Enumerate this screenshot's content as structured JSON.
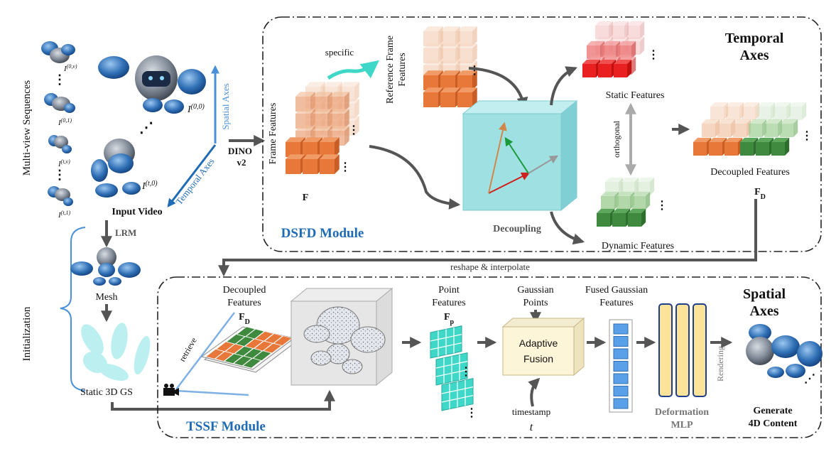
{
  "colors": {
    "accent_blue": "#1f6bb5",
    "spatial_axis_blue": "#4a90d9",
    "arrow_gray": "#555555",
    "cube_cyan": "#8fd8dc",
    "orange": "#e8773a",
    "red": "#e82020",
    "green": "#3f8a3f",
    "point_cyan": "#3fd8c8",
    "fusion_fill": "#fdf5d8",
    "mlp_fill": "#fbe39a",
    "mesh_blue": "#2f6fb5"
  },
  "input": {
    "sequences_label": "Multi-view Sequences",
    "frame_labels": [
      "I^(0,v)",
      "I^(0,1)",
      "I^(t,v)",
      "I^(t,1)"
    ],
    "main_labels": [
      "I^(0,0)",
      "I^(t,0)"
    ],
    "spatial_axes": "Spatial Axes",
    "temporal_axes": "Temporal Axes",
    "input_video": "Input Video",
    "dino": "DINO",
    "dino_version": "v2"
  },
  "init": {
    "label": "Initialization",
    "lrm": "LRM",
    "mesh": "Mesh",
    "static_gs": "Static 3D GS"
  },
  "dsfd": {
    "title": "DSFD Module",
    "frame_features": "Frame Features",
    "f_symbol": "F",
    "specific": "specific",
    "reference_frame_features": "Reference Frame Features",
    "decoupling": "Decoupling",
    "static_features": "Static Features",
    "orthogonal": "orthogonal",
    "dynamic_features": "Dynamic Features",
    "decoupled_features": "Decoupled Features",
    "fd_symbol": "F",
    "fd_sub": "D",
    "temporal_title_1": "Temporal",
    "temporal_title_2": "Axes"
  },
  "connector": {
    "reshape": "reshape & interpolate"
  },
  "tssf": {
    "title": "TSSF Module",
    "decoupled_1": "Decoupled",
    "decoupled_2": "Features",
    "fd_symbol": "F",
    "fd_sub": "D",
    "retrieve": "retrieve",
    "point_1": "Point",
    "point_2": "Features",
    "fp_symbol": "F",
    "fp_sub": "p",
    "gaussian_1": "Gaussian",
    "gaussian_2": "Points",
    "adaptive_1": "Adaptive",
    "adaptive_2": "Fusion",
    "timestamp": "timestamp",
    "t_symbol": "t",
    "fused_1": "Fused Gaussian",
    "fused_2": "Features",
    "deformation": "Deformation",
    "mlp": "MLP",
    "rendering": "Rendering",
    "generate_1": "Generate",
    "generate_2": "4D Content",
    "spatial_title_1": "Spatial",
    "spatial_title_2": "Axes"
  }
}
